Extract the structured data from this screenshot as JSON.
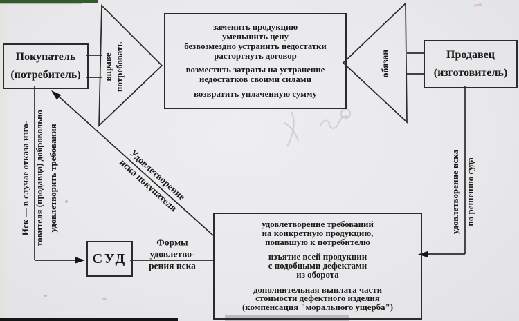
{
  "boxes": {
    "buyer": {
      "title": "Покупатель",
      "subtitle": "(потребитель)"
    },
    "seller": {
      "title": "Продавец",
      "subtitle": "(изготовитель)"
    },
    "court": {
      "title": "СУД"
    },
    "demands": {
      "lines": [
        "заменить продукцию",
        "уменьшить цену",
        "безвозмездно устранить недостатки",
        "расторгнуть договор",
        "возместить затраты на устранение",
        "недостатков своими силами",
        "возвратить уплаченную сумму"
      ]
    },
    "forms": {
      "lines": [
        "удовлетворение требований",
        "на конкретную продукцию,",
        "попавшую к потребителю",
        "изъятие всей продукции",
        "с подобными дефектами",
        "из оборота",
        "дополнительная выплата части",
        "стоимости дефектного изделия",
        "(компенсация \"морального ущерба\")"
      ]
    }
  },
  "labels": {
    "entitled": {
      "lines": [
        "вправе",
        "потребовать"
      ]
    },
    "obliged": "обязан",
    "claim": {
      "lines": [
        "Удовлетворение",
        "иска покупателя"
      ]
    },
    "left_note": {
      "lines": [
        "Иск — в случае отказа изго-",
        "товителя (продавца) добровольно",
        "удовлетворить требования"
      ]
    },
    "right_note": {
      "lines": [
        "удовлетворение иска",
        "по решению суда"
      ]
    },
    "forms_caption": {
      "lines": [
        "Формы",
        "удовлетво-",
        "рения иска"
      ]
    }
  },
  "colors": {
    "paper": "#e9e9eb",
    "ink": "#1b1b1b",
    "line": "#2b2b2b",
    "scan_strip_green": "#33592e",
    "scan_strip_black": "#151515"
  }
}
